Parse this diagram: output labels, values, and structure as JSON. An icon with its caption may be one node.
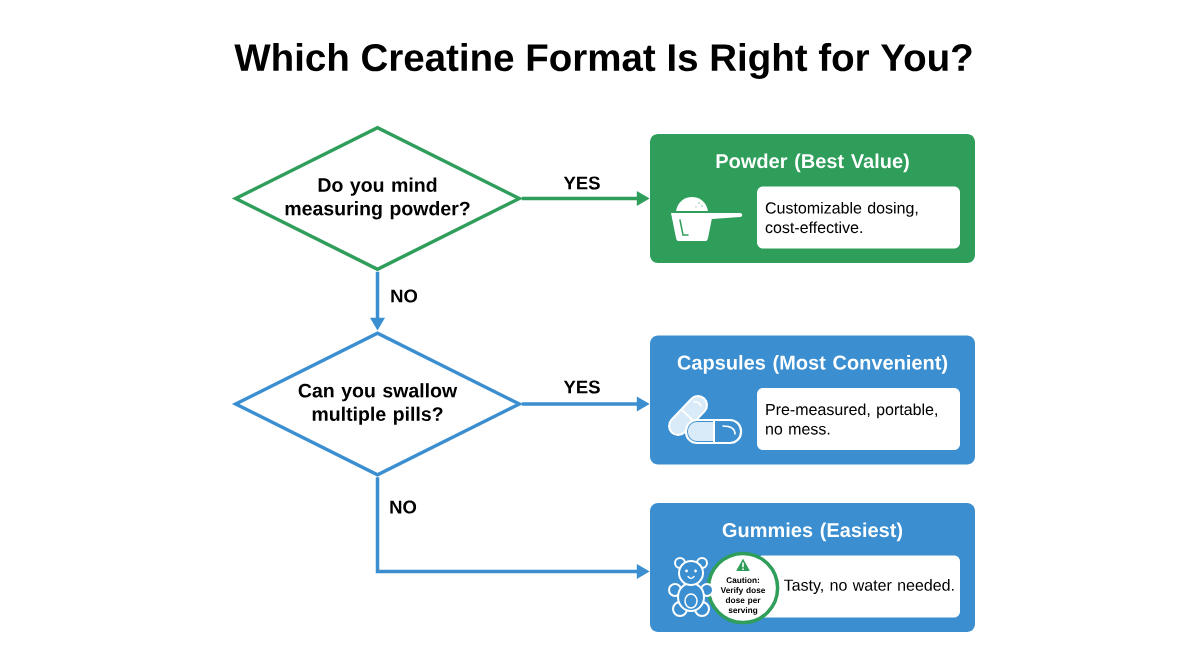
{
  "diagram": {
    "title": "Which Creatine Format Is Right for You?",
    "nodes": [
      {
        "text": [
          "Do you mind measuring powder?"
        ]
      },
      {
        "text": [
          "Powder (Best Value)"
        ]
      },
      {
        "text": [
          "Customizable dosing, cost-effective."
        ],
        "in": 1
      },
      {
        "text": [
          "Can you swallow multiple pills?"
        ]
      },
      {
        "text": [
          "Capsules (Most Convenient)"
        ]
      },
      {
        "text": [
          "Pre-measured, portable, no mess."
        ],
        "in": 4
      },
      {
        "text": [
          "Gummies (Easiest)"
        ]
      },
      {
        "text": [
          "Tasty, no water needed."
        ],
        "in": 6
      },
      {
        "text": [
          "Caution: Verify dose dose per serving"
        ],
        "in": 6
      }
    ],
    "edges": [
      {
        "from": 0,
        "to": 1,
        "arrow": "to",
        "label": "YES",
        "color": "#2f9e5b"
      },
      {
        "from": 0,
        "to": 3,
        "arrow": "to",
        "label": "NO"
      },
      {
        "from": 3,
        "to": 4,
        "arrow": "to",
        "label": "YES"
      },
      {
        "from": 3,
        "to": 6,
        "arrow": "to",
        "label": "NO"
      }
    ]
  }
}
